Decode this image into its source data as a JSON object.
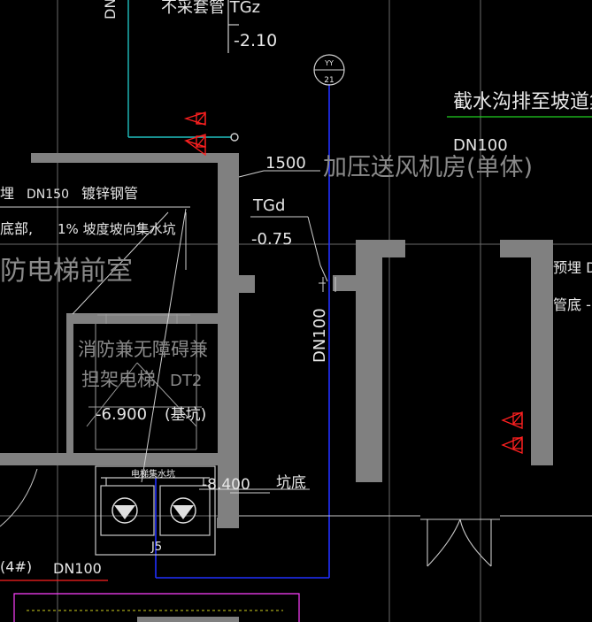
{
  "labels": {
    "top_partial_label": "不采套管 TGz",
    "top_dn_partial": "DN",
    "elev_top": "-2.10",
    "riser_tag_top": "YY",
    "riser_tag_bottom": "21",
    "trench_label": "截水沟排至坡道集水",
    "dn100_right": "DN100",
    "dim_1500": "1500",
    "fan_room": "加压送风机房(单体)",
    "pipe_spec_prefix": "埋",
    "pipe_spec_dn": "DN150",
    "pipe_spec_material": "镀锌钢管",
    "slope_prefix": "底部,",
    "slope_note": "1% 坡度坡向集水坑",
    "elevator_lobby": "防电梯前室",
    "tgd": "TGd",
    "elev_tgd": "-0.75",
    "riser_dn100_vertical": "DN100",
    "elevator_name_1": "消防兼无障碍兼",
    "elevator_name_2": "担架电梯",
    "elevator_tag": "DT2",
    "pit_elev": "-6.900",
    "pit_note": "(基坑)",
    "sump_small_label": "电梯集水坑",
    "sump_elev": "-8.400",
    "sump_bottom": "坑底",
    "pump_tag": "J5",
    "bottom_left_tag": "(4#)",
    "bottom_left_dn": "DN100",
    "right_prebury": "预埋 D",
    "right_pipe_bottom": "管底 -"
  },
  "colors": {
    "background": "#000000",
    "wall": "#808080",
    "text": "#e6e6e6",
    "cyan_pipe": "#20c0c0",
    "blue_pipe": "#2030ff",
    "red_symbol": "#ff2020",
    "green_line": "#20d020",
    "magenta_outline": "#ff40ff"
  }
}
